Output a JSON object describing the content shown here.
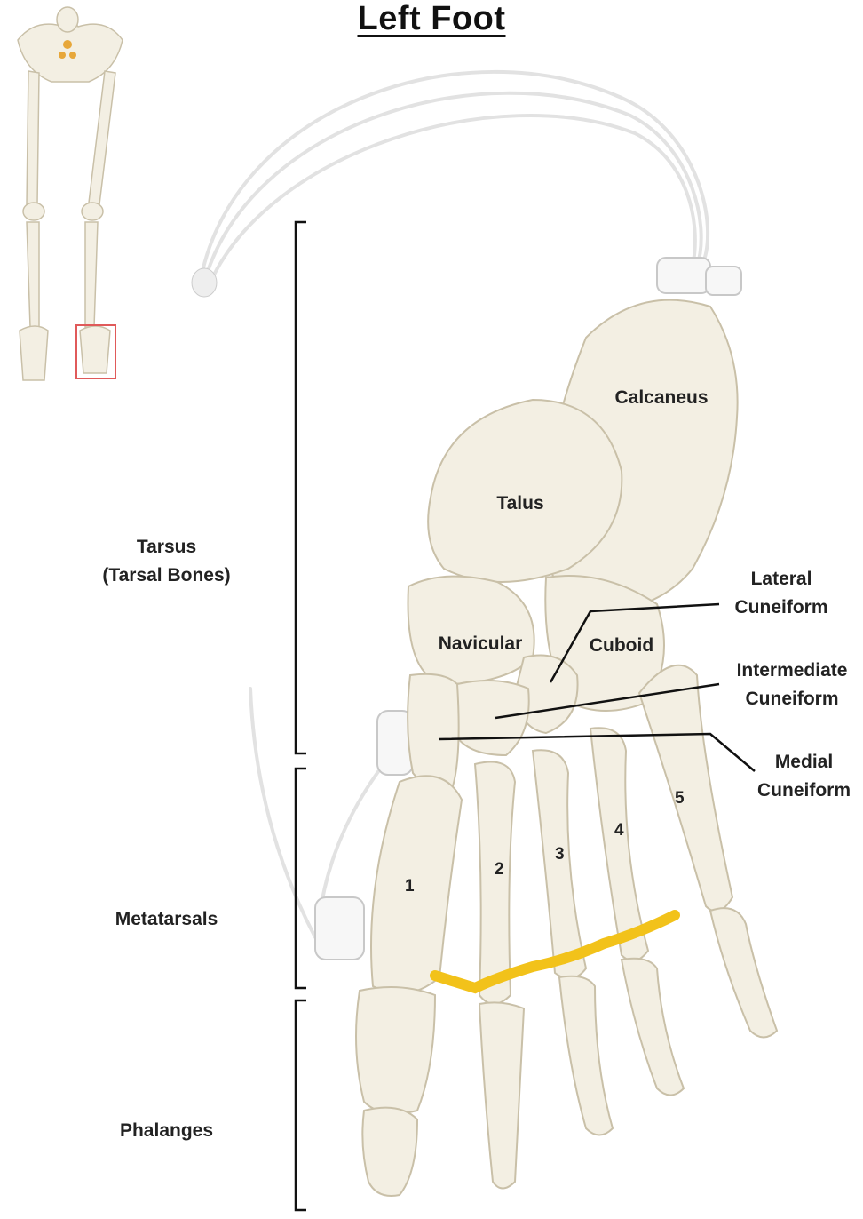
{
  "title": "Left Foot",
  "regions": {
    "tarsus_line1": "Tarsus",
    "tarsus_line2": "(Tarsal Bones)",
    "metatarsals": "Metatarsals",
    "phalanges": "Phalanges"
  },
  "bones": {
    "calcaneus": "Calcaneus",
    "talus": "Talus",
    "navicular": "Navicular",
    "cuboid": "Cuboid",
    "lateral_line1": "Lateral",
    "lateral_line2": "Cuneiform",
    "intermediate_line1": "Intermediate",
    "intermediate_line2": "Cuneiform",
    "medial_line1": "Medial",
    "medial_line2": "Cuneiform"
  },
  "metatarsal_numbers": [
    "1",
    "2",
    "3",
    "4",
    "5"
  ],
  "colors": {
    "bone": "#f3efe3",
    "bone_shadow": "#d9d2bf",
    "bone_outline": "#c9c0a8",
    "string": "#e2e2e2",
    "ligament": "#f2c21a",
    "pelvis_accent": "#e7a73a",
    "highlight_box": "#e05a5a",
    "line": "#111111"
  }
}
